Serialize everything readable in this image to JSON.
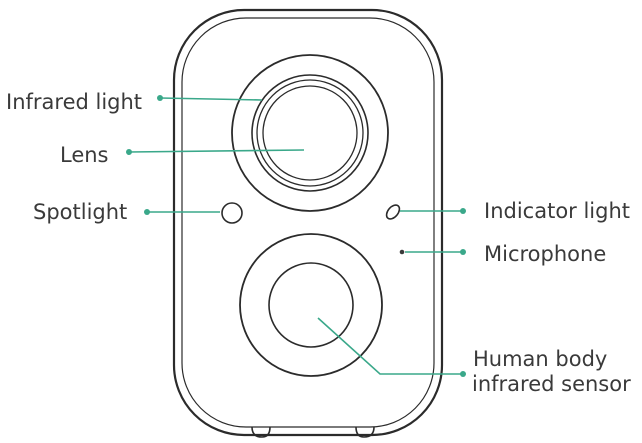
{
  "labels": {
    "infrared_light": "Infrared light",
    "lens": "Lens",
    "spotlight": "Spotlight",
    "indicator_light": "Indicator light",
    "microphone": "Microphone",
    "human_body_line1": "Human body",
    "human_body_line2": "infrared sensor"
  },
  "colors": {
    "leader": "#3aa88a",
    "outline": "#2b2b2b",
    "text": "#3a3a3a"
  }
}
